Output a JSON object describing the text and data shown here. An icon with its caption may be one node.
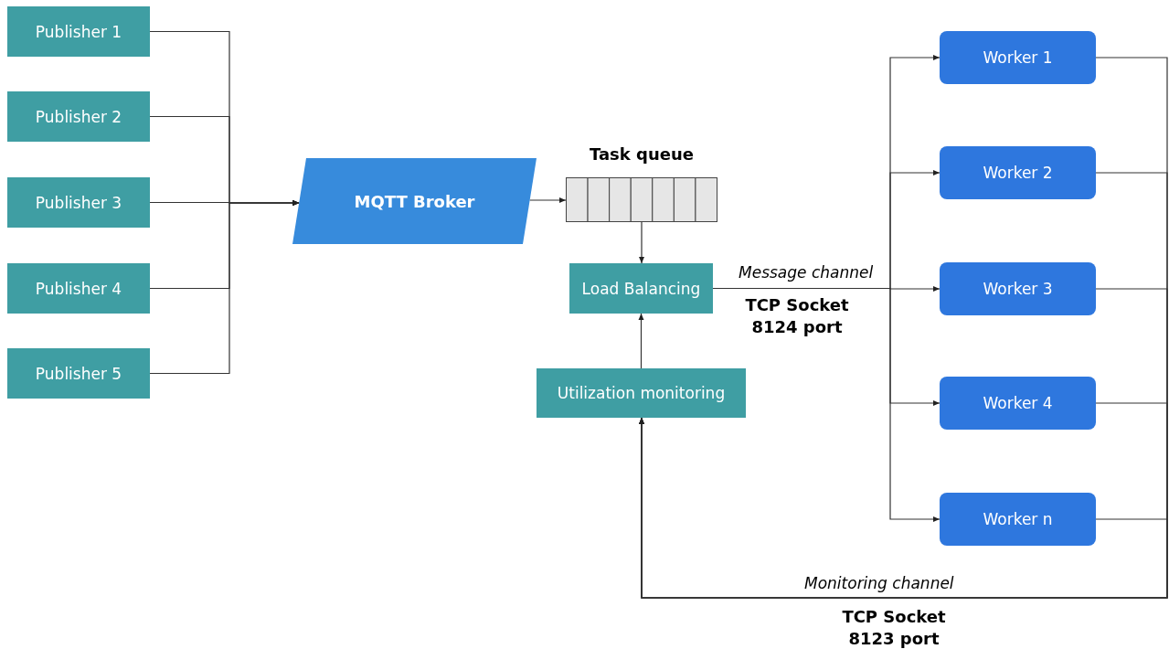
{
  "diagram": {
    "nodes": [
      {
        "text": [
          "Publisher 1"
        ]
      },
      {
        "text": [
          "Publisher 2"
        ]
      },
      {
        "text": [
          "Publisher 3"
        ]
      },
      {
        "text": [
          "Publisher 4"
        ]
      },
      {
        "text": [
          "Publisher 5"
        ]
      },
      {
        "text": [
          "MQTT Broker"
        ]
      },
      {
        "text": [
          "Task queue"
        ]
      },
      {
        "text": [
          "Load Balancing"
        ]
      },
      {
        "text": [
          "Utilization monitoring"
        ]
      },
      {
        "text": [
          "Worker 1"
        ]
      },
      {
        "text": [
          "Worker 2"
        ]
      },
      {
        "text": [
          "Worker 3"
        ]
      },
      {
        "text": [
          "Worker 4"
        ]
      },
      {
        "text": [
          "Worker n"
        ]
      }
    ],
    "edges": [
      {
        "from": 0,
        "to": 5,
        "arrow": "to"
      },
      {
        "from": 1,
        "to": 5,
        "arrow": "to"
      },
      {
        "from": 2,
        "to": 5,
        "arrow": "to"
      },
      {
        "from": 3,
        "to": 5,
        "arrow": "to"
      },
      {
        "from": 4,
        "to": 5,
        "arrow": "to"
      },
      {
        "from": 5,
        "to": 6,
        "arrow": "to"
      },
      {
        "from": 6,
        "to": 7,
        "arrow": "to"
      },
      {
        "from": 8,
        "to": 7,
        "arrow": "to"
      },
      {
        "from": 7,
        "to": 9,
        "arrow": "to"
      },
      {
        "from": 7,
        "to": 10,
        "arrow": "to"
      },
      {
        "from": 7,
        "to": 11,
        "arrow": "to",
        "label": "Message channel"
      },
      {
        "from": 7,
        "to": 12,
        "arrow": "to"
      },
      {
        "from": 7,
        "to": 13,
        "arrow": "to"
      },
      {
        "from": 9,
        "to": 8,
        "arrow": "to"
      },
      {
        "from": 10,
        "to": 8,
        "arrow": "to"
      },
      {
        "from": 11,
        "to": 8,
        "arrow": "to"
      },
      {
        "from": 12,
        "to": 8,
        "arrow": "to"
      },
      {
        "from": 13,
        "to": 8,
        "arrow": "to",
        "label": "Monitoring channel"
      }
    ],
    "labels": [
      "TCP Socket 8124 port",
      "TCP Socket 8123 port"
    ]
  }
}
